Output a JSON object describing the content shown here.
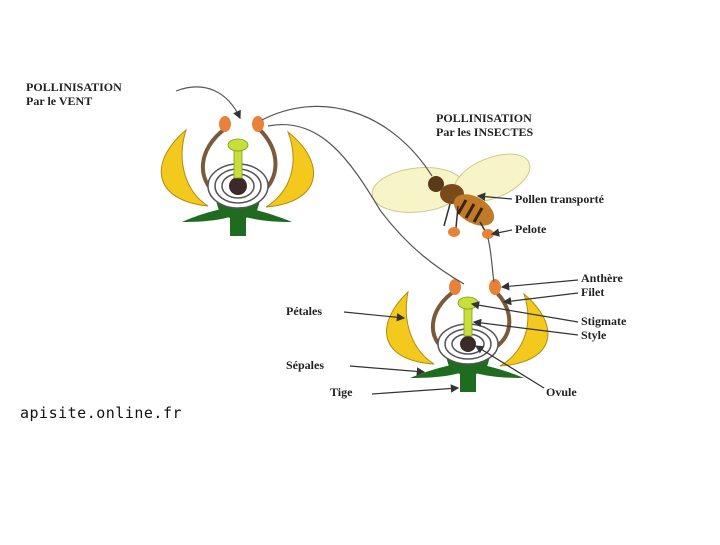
{
  "diagram": {
    "wind_title": {
      "line1": "POLLINISATION",
      "line2": "Par le VENT"
    },
    "insect_title": {
      "line1": "POLLINISATION",
      "line2": "Par les INSECTES"
    },
    "labels": {
      "pollen": "Pollen transporté",
      "pelote": "Pelote",
      "anthere": "Anthère",
      "filet": "Filet",
      "petales": "Pétales",
      "stigmate": "Stigmate",
      "style": "Style",
      "sepales": "Sépales",
      "tige": "Tige",
      "ovule": "Ovule"
    },
    "colors": {
      "petal": "#f2c91c",
      "sepal": "#1f6b1f",
      "stamen": "#7a5a3a",
      "anther": "#e8823a",
      "pistil": "#c8de3a",
      "bee_body": "#8a5a22",
      "wing": "#f7f5c8"
    }
  },
  "watermark": "apisite.online.fr"
}
